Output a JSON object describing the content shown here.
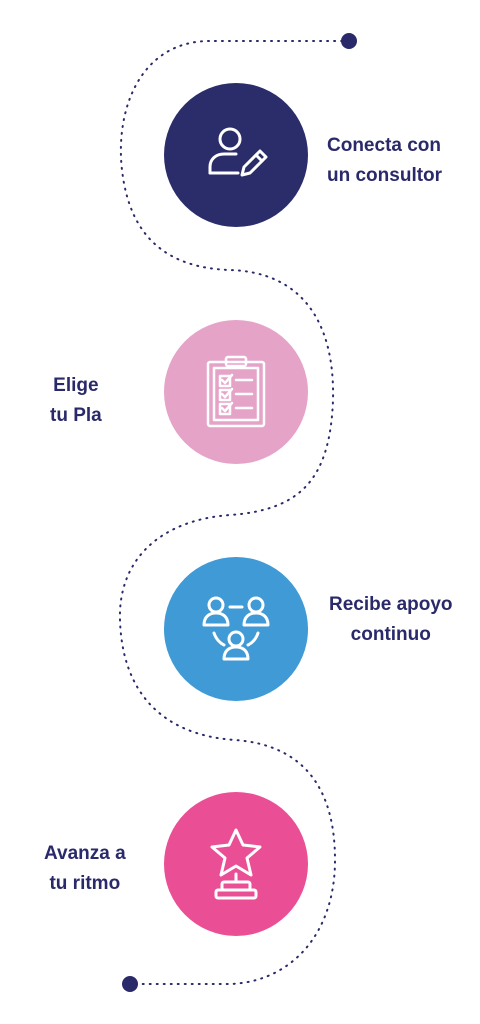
{
  "steps": [
    {
      "line1": "Conecta con",
      "line2": "un consultor",
      "icon": "user-edit-icon",
      "color": "#2b2d6b"
    },
    {
      "line1": "Elige",
      "line2": "tu Pla",
      "icon": "clipboard-checklist-icon",
      "color": "#e6a3c8"
    },
    {
      "line1": "Recibe apoyo",
      "line2": "continuo",
      "icon": "team-network-icon",
      "color": "#3f9ad6"
    },
    {
      "line1": "Avanza a",
      "line2": "tu ritmo",
      "icon": "star-trophy-icon",
      "color": "#ea4f96"
    }
  ],
  "colors": {
    "text": "#2a2a6a",
    "path": "#2a2a6a"
  }
}
